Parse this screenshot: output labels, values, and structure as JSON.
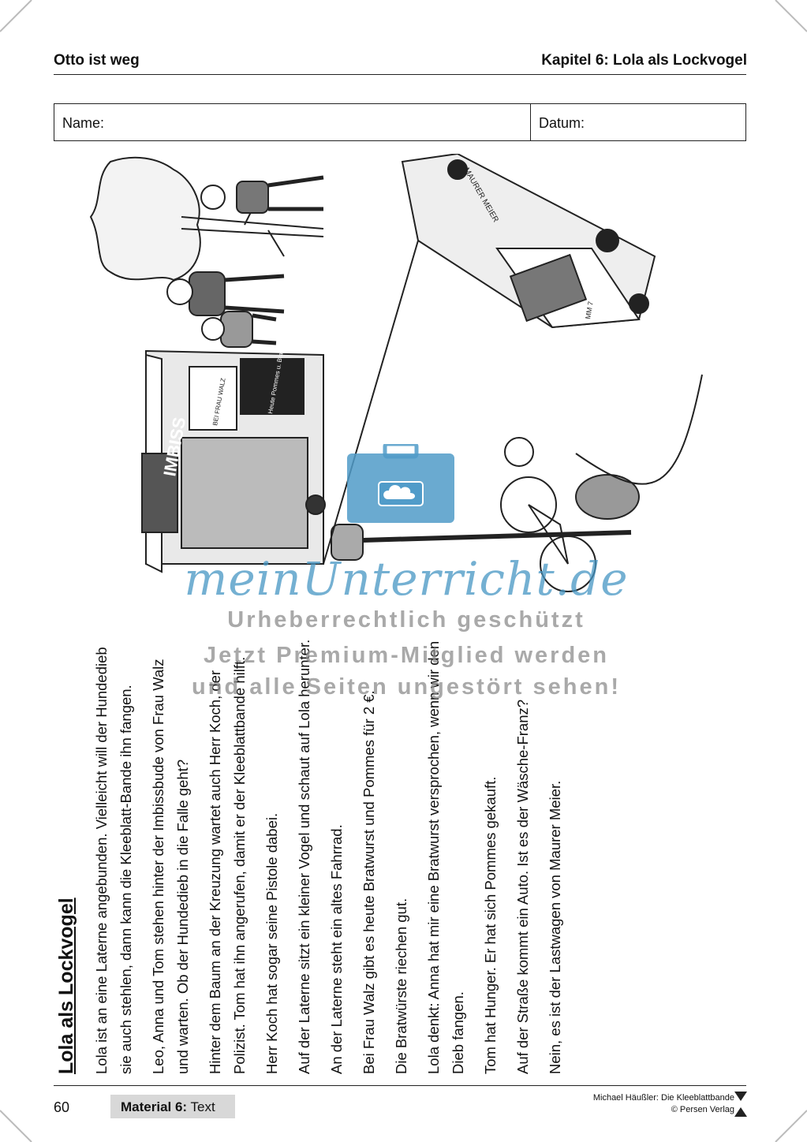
{
  "header": {
    "left": "Otto ist weg",
    "right": "Kapitel 6: Lola als Lockvogel"
  },
  "namebox": {
    "name_label": "Name:",
    "date_label": "Datum:"
  },
  "illustration": {
    "kiosk_sign": "IMBISS",
    "kiosk_name": "BEI FRAU WALZ",
    "menu_board": "Heute Pommes u. Bratwurst",
    "truck_text": "MAURER MEIER",
    "plate": "MM 7"
  },
  "story": {
    "title": "Lola als Lockvogel",
    "paragraphs": [
      "Lola ist an eine Laterne angebunden. Vielleicht will der Hundedieb sie auch stehlen, dann kann die Kleeblatt-Bande ihn fangen.",
      "Leo, Anna und Tom stehen hinter der Imbissbude von Frau Walz und warten. Ob der Hundedieb in die Falle geht?",
      "Hinter dem Baum an der Kreuzung wartet auch Herr Koch, der Polizist. Tom hat ihn angerufen, damit er der Kleeblattbande hilft.",
      "Herr Koch hat sogar seine Pistole dabei.",
      "Auf der Laterne sitzt ein kleiner Vogel und schaut auf Lola herunter.",
      "An der Laterne steht ein altes Fahrrad.",
      "Bei Frau Walz gibt es heute Bratwurst und Pommes für 2 €.",
      "Die Bratwürste riechen gut.",
      "Lola denkt: Anna hat mir eine Bratwurst versprochen, wenn wir den Dieb fangen.",
      "Tom hat Hunger. Er hat sich Pommes gekauft.",
      "Auf der Straße kommt ein Auto. Ist es der Wäsche-Franz?",
      "Nein, es ist der Lastwagen von Maurer Meier."
    ]
  },
  "watermark": {
    "brand": "meinUnterricht.de",
    "line1": "Urheberrechtlich geschützt",
    "line2": "Jetzt Premium-Mitglied werden",
    "line3": "und alle Seiten ungestört sehen!"
  },
  "footer": {
    "page_number": "60",
    "material_label": "Material 6:",
    "material_type": "Text",
    "credit_line1": "Michael Häußler: Die Kleeblattbande",
    "credit_line2": "© Persen Verlag"
  }
}
